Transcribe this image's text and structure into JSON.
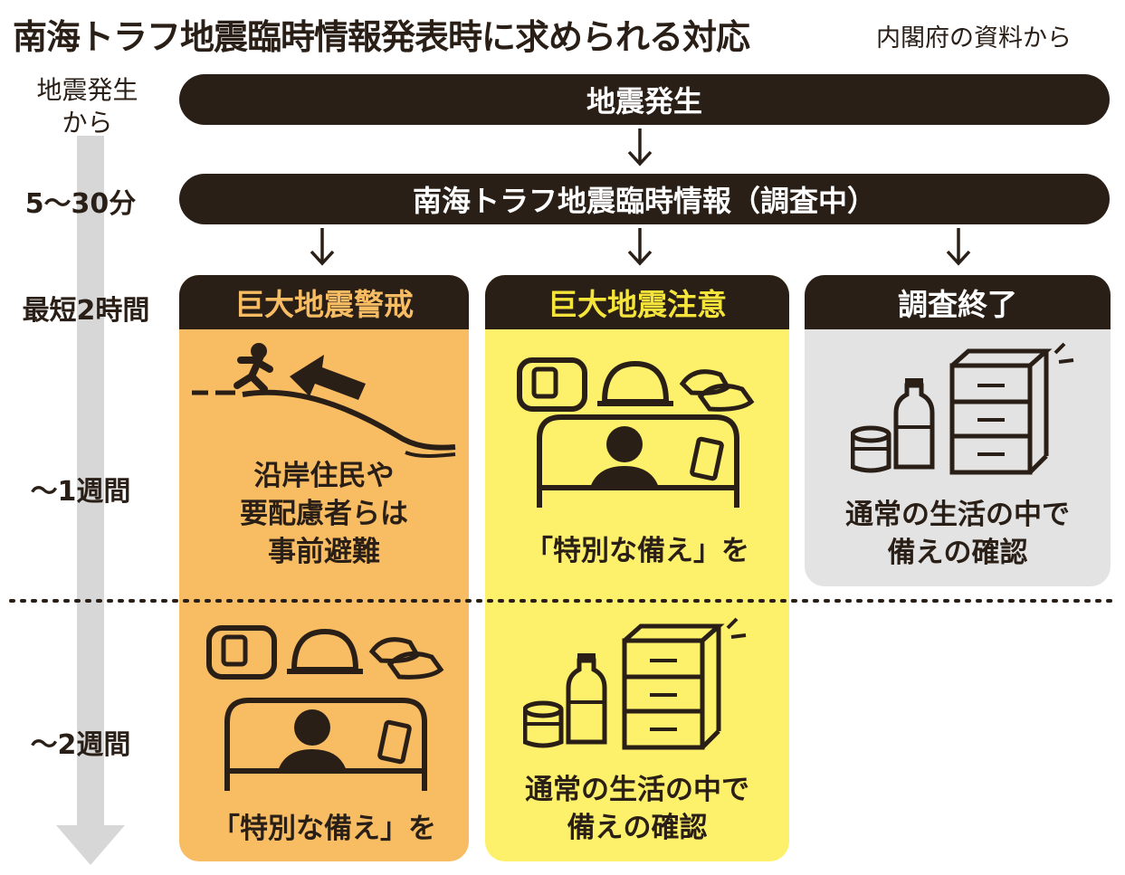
{
  "header": {
    "title": "南海トラフ地震臨時情報発表時に求められる対応",
    "source": "内閣府の資料から"
  },
  "timeline": {
    "t0_line1": "地震発生",
    "t0_line2": "から",
    "t1": "5〜30分",
    "t2": "最短2時間",
    "t3": "〜1週間",
    "t4": "〜2週間"
  },
  "bars": {
    "quake": "地震発生",
    "info": "南海トラフ地震臨時情報（調査中）"
  },
  "columns": [
    {
      "label": "巨大地震警戒",
      "week1_lines": [
        "沿岸住民や",
        "要配慮者らは",
        "事前避難"
      ],
      "week2_text": "「特別な備え」を"
    },
    {
      "label": "巨大地震注意",
      "week1_text": "「特別な備え」を",
      "week2_lines": [
        "通常の生活の中で",
        "備えの確認"
      ]
    },
    {
      "label": "調査終了",
      "week1_lines": [
        "通常の生活の中で",
        "備えの確認"
      ]
    }
  ],
  "colors": {
    "dark": "#2a1f17",
    "warning_fill": "#f8bc63",
    "warning_text": "#f8bc63",
    "advisory_fill": "#fdf06b",
    "advisory_text": "#f5e43a",
    "ended_fill": "#e3e3e3",
    "ended_text": "#ffffff",
    "timeline_arrow": "#d7d7d7"
  },
  "icons": {
    "evacuation": "person-running-uphill-icon",
    "supplies": "bag-helmet-shoes-icon",
    "sleeping": "person-in-bed-with-phone-icon",
    "stockpile": "water-bottle-cans-drawers-icon"
  }
}
